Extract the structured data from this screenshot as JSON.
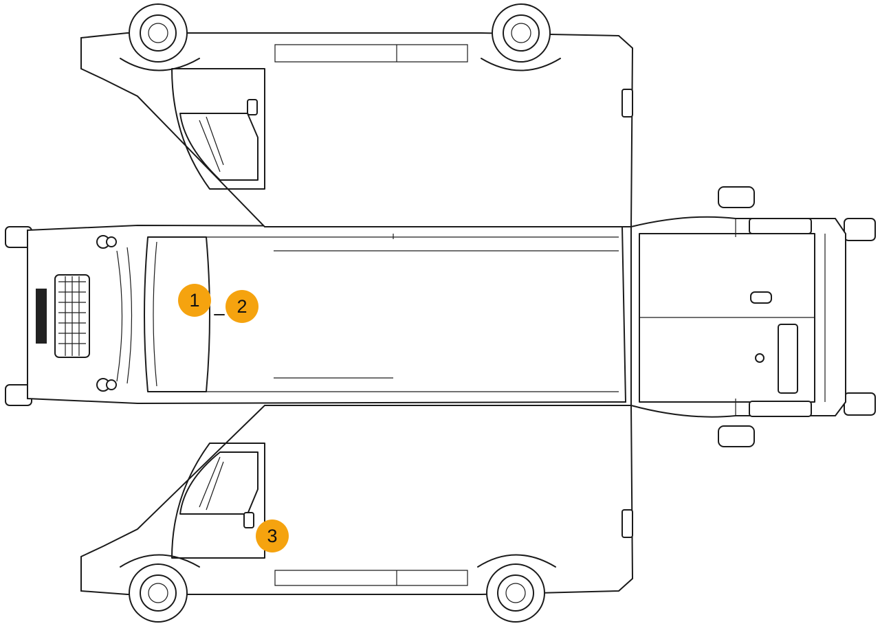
{
  "diagram": {
    "accent_color": "#f5a30f",
    "markers": [
      {
        "id": "1",
        "label": "1"
      },
      {
        "id": "2",
        "label": "2"
      },
      {
        "id": "3",
        "label": "3"
      }
    ]
  }
}
